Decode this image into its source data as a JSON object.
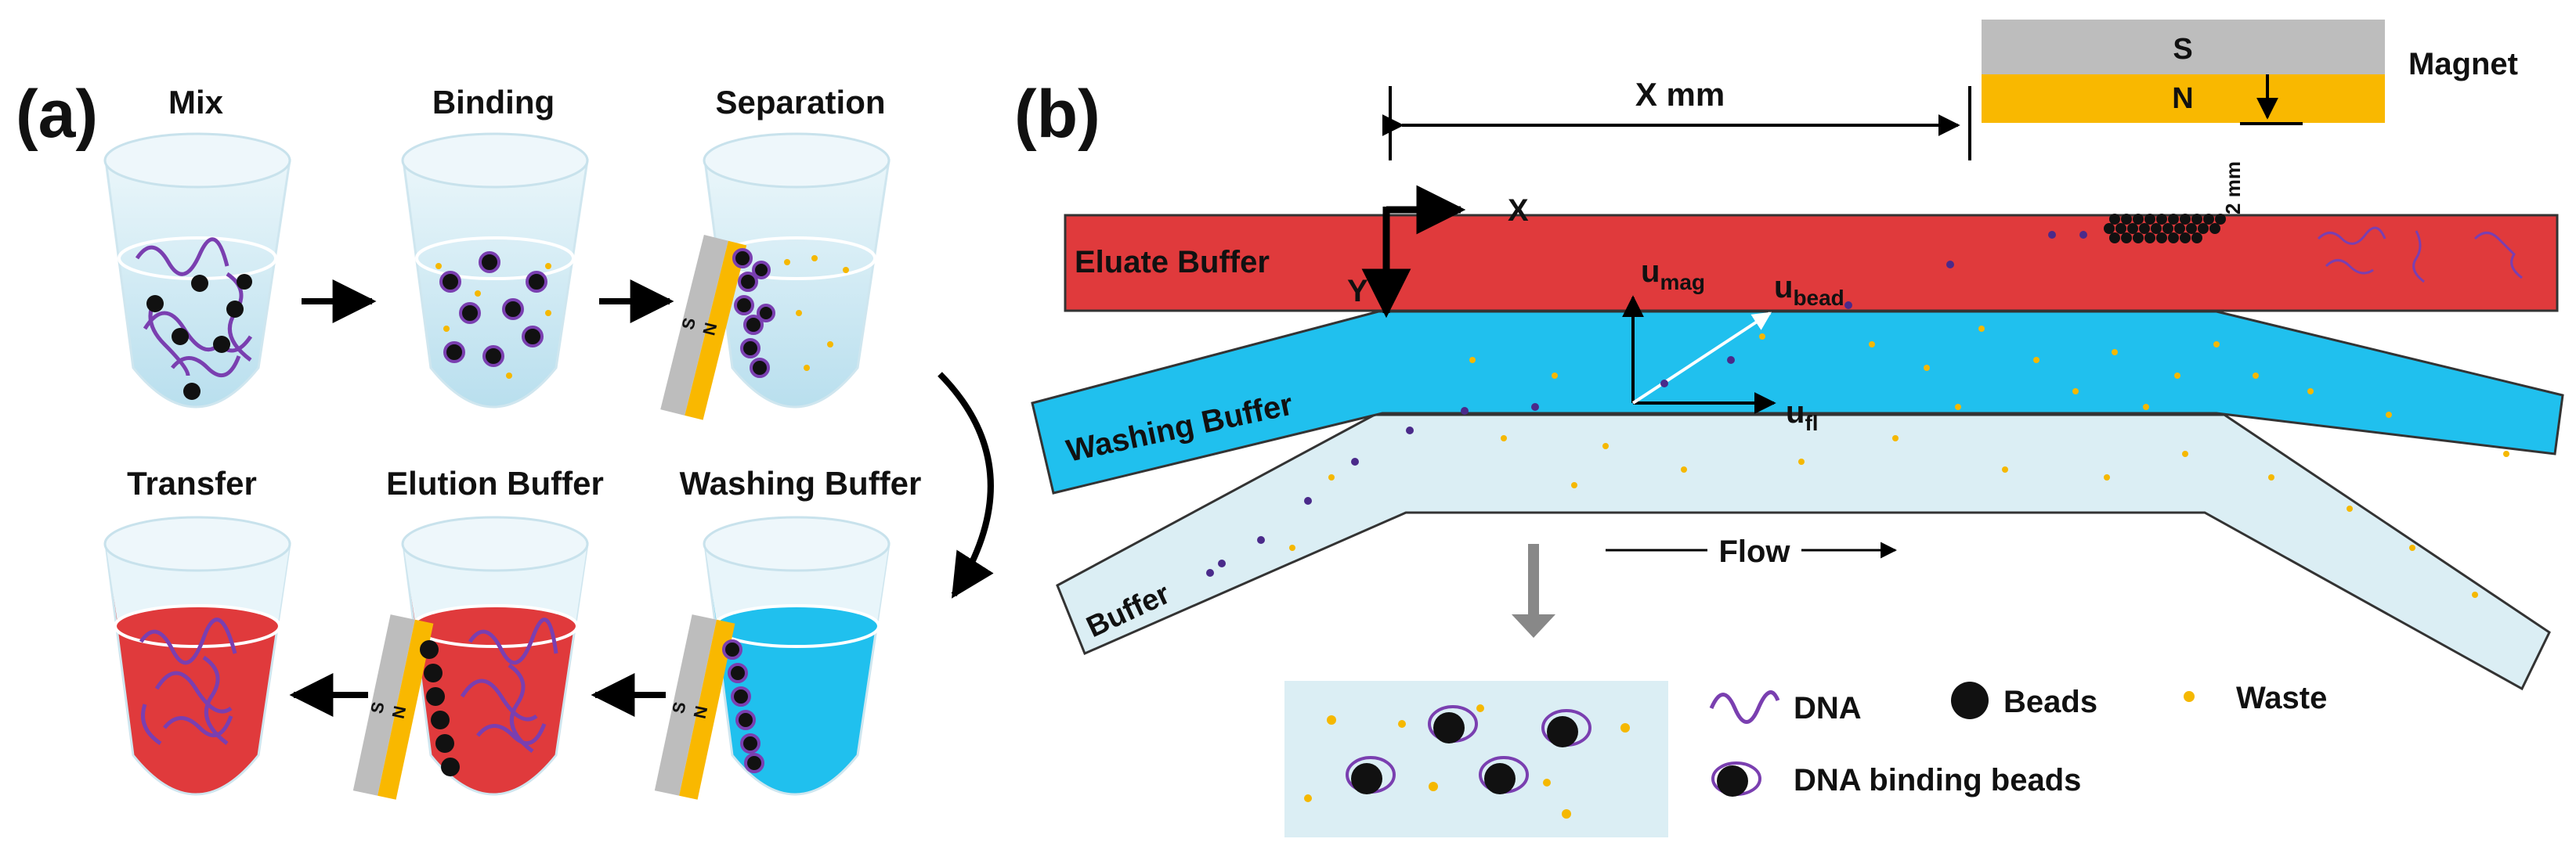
{
  "panel_a": {
    "tag": "(a)",
    "steps": {
      "mix": "Mix",
      "binding": "Binding",
      "separation": "Separation",
      "transfer": "Transfer",
      "elution": "Elution Buffer",
      "washing": "Washing Buffer"
    },
    "magnet_s": "S",
    "magnet_n": "N"
  },
  "panel_b": {
    "tag": "(b)",
    "distance_label": "X mm",
    "gap_label": "2 mm",
    "magnet_label": "Magnet",
    "magnet_s": "S",
    "magnet_n": "N",
    "axis_x": "X",
    "axis_y": "Y",
    "eluate_buffer": "Eluate Buffer",
    "washing_buffer": "Washing Buffer",
    "buffer": "Buffer",
    "flow": "Flow",
    "u_mag": {
      "main": "u",
      "sub": "mag"
    },
    "u_bead": {
      "main": "u",
      "sub": "bead"
    },
    "u_fl": {
      "main": "u",
      "sub": "fl"
    }
  },
  "legend": {
    "dna": "DNA",
    "beads": "Beads",
    "waste": "Waste",
    "dna_binding_beads": "DNA binding beads"
  },
  "colors": {
    "eluate_red": "#e03a3c",
    "washing_blue": "#20c0ee",
    "buffer_light": "#dbeef4",
    "dna_purple": "#7a3fb0",
    "waste_yellow": "#f5b800",
    "magnet_gray": "#bdbdbd",
    "magnet_gold": "#f9b800",
    "tube_light": "#cfeaf3"
  }
}
